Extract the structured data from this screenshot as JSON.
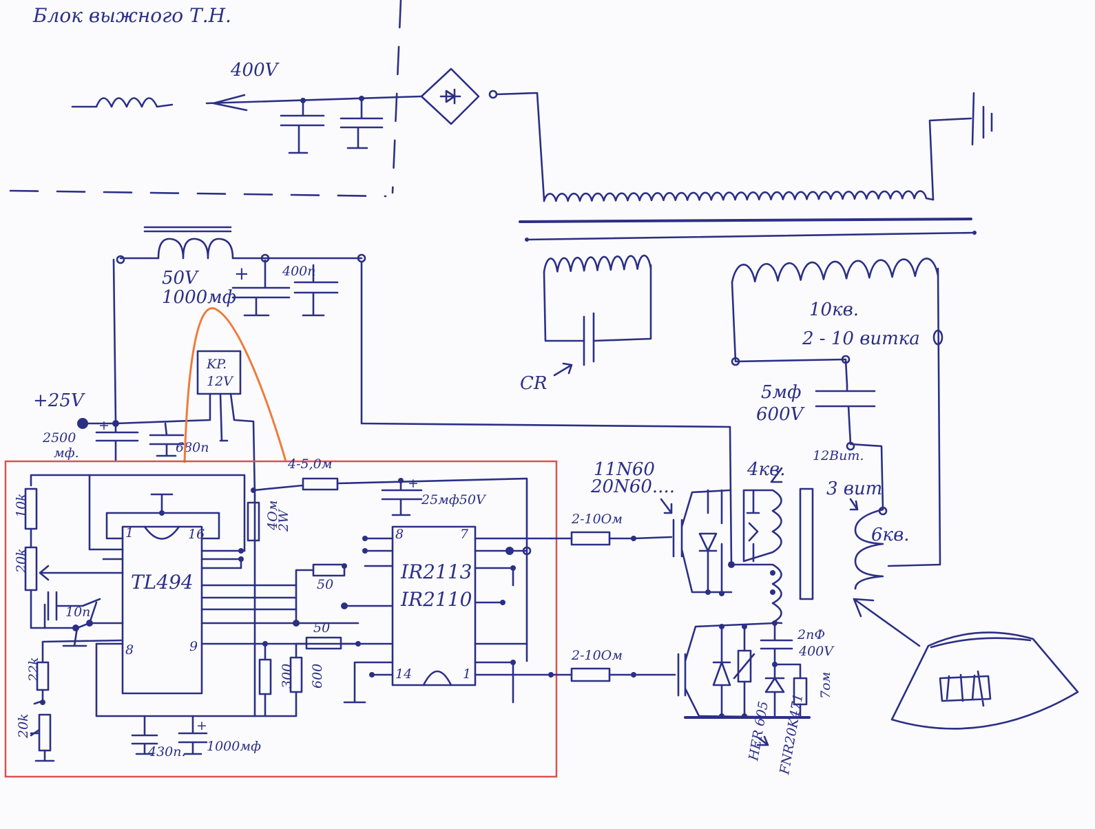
{
  "title": "Блок выжного Т.Н.",
  "labels": {
    "v400": "400V",
    "v50": "50V",
    "c1000": "1000мф",
    "c400n": "400n",
    "kr": "KP.",
    "v12": "12V",
    "v25": "+25V",
    "c2500": "2500",
    "mf": "мф.",
    "c680": "680n",
    "r510": "4-5,0м",
    "r4om": "4Oм",
    "r2w": "2W",
    "c25": "25мф50V",
    "r10k": "10k",
    "r20k": "20k",
    "c10n": "10n",
    "r22k": "22k",
    "r20k2": "20k",
    "chip1": "TL494",
    "pin1": "1",
    "pin16": "16",
    "pin8": "8",
    "pin9": "9",
    "chip2a": "IR2113",
    "chip2b": "IR2110",
    "pin8b": "8",
    "pin7": "7",
    "pin14": "14",
    "pin1b": "1",
    "r50a": "50",
    "r50b": "50",
    "r300": "300",
    "r600": "600",
    "c430": "430n.",
    "c1000b": "1000мф",
    "r2_10a": "2-10Ом",
    "r2_10b": "2-10Ом",
    "igbt1": "11N60",
    "igbt2": "20N60....",
    "cr": "CR",
    "kv10": "10кв.",
    "turns": "2 - 10 витка",
    "c5": "5мф",
    "v600": "600V",
    "t12": "12Вит.",
    "kv4": "4кв.",
    "t3": "3 вит",
    "kv6": "6кв.",
    "c2n": "2nФ",
    "v400b": "400V",
    "r7": "7ом",
    "her": "HER 605",
    "fnr": "FNR20K471"
  },
  "colors": {
    "ink": "#2b2f86",
    "highlight_box": "#d9534f",
    "highlight_arc": "#f07a3a"
  }
}
